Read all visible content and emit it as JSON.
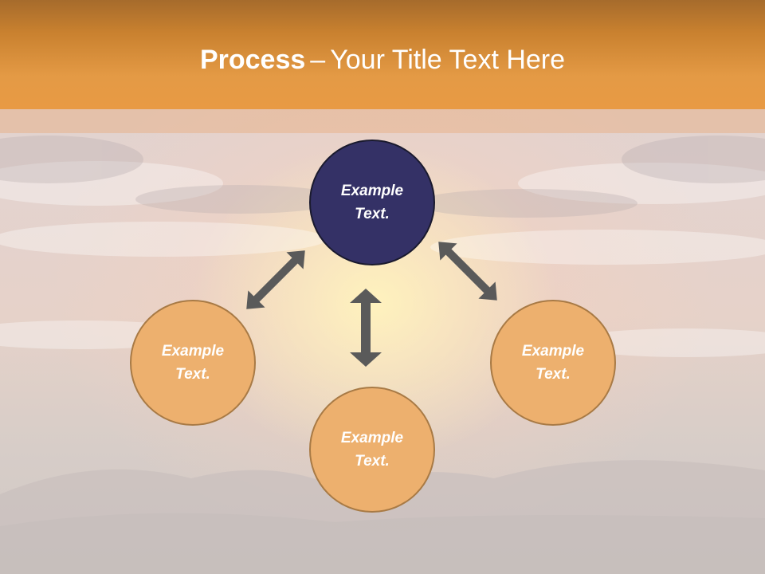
{
  "title": {
    "bold": "Process",
    "separator": "–",
    "rest": "Your Title Text Here"
  },
  "nodes": [
    {
      "label": "Example Text.",
      "color": "#343166"
    },
    {
      "label": "Example Text.",
      "color": "#edb06e"
    },
    {
      "label": "Example Text.",
      "color": "#edb06e"
    },
    {
      "label": "Example Text.",
      "color": "#edb06e"
    }
  ],
  "colors": {
    "header": "#e89a44",
    "arrow": "#5a5a5a"
  }
}
